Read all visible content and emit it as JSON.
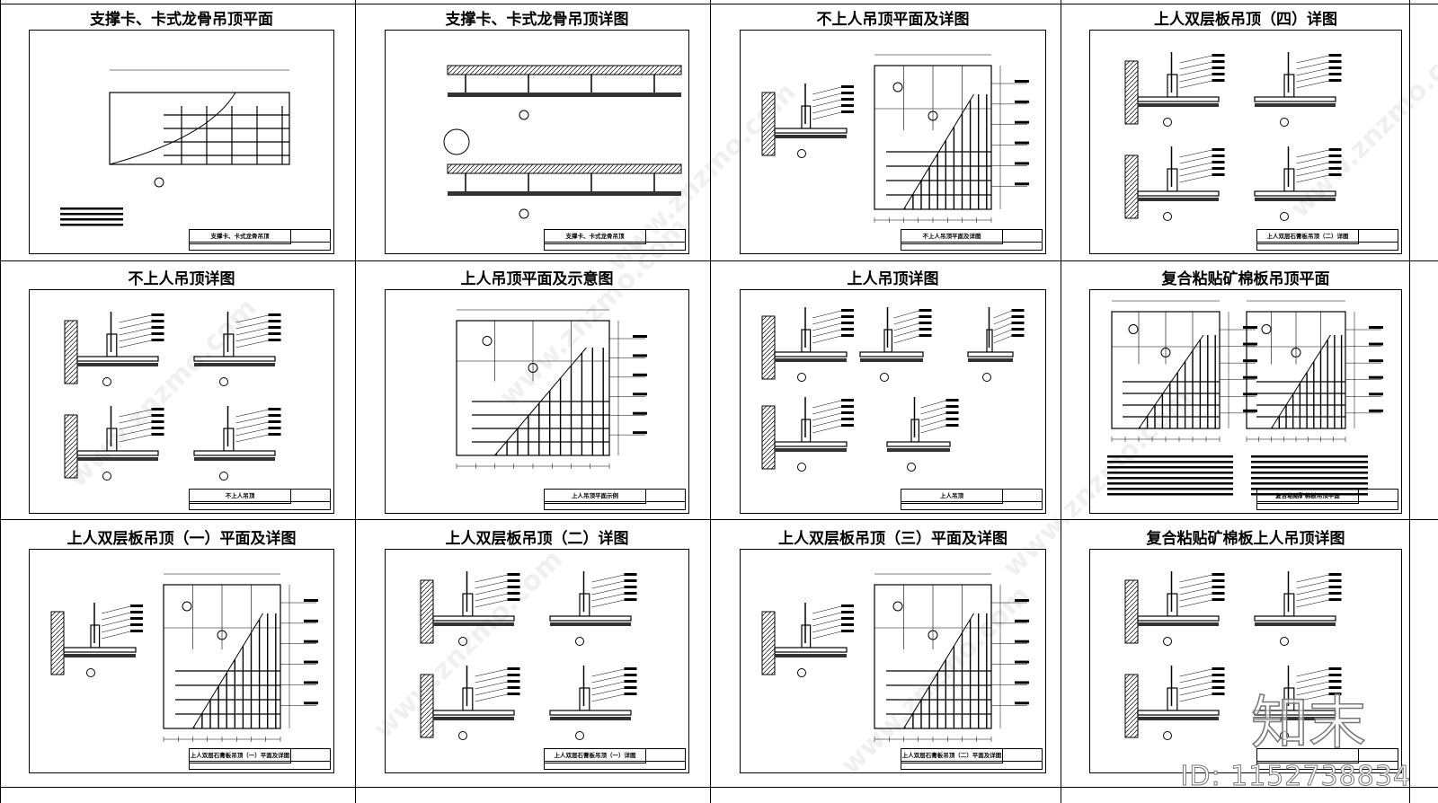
{
  "panels": [
    {
      "title": "支撑卡、卡式龙骨吊顶平面",
      "sheet_name": "支撑卡、卡式龙骨吊顶"
    },
    {
      "title": "支撑卡、卡式龙骨吊顶详图",
      "sheet_name": "支撑卡、卡式龙骨吊顶"
    },
    {
      "title": "不上人吊顶平面及详图",
      "sheet_name": "不上人吊顶平面及详图"
    },
    {
      "title": "上人双层板吊顶（四）详图",
      "sheet_name": "上人双层石膏板吊顶（二）详图"
    },
    {
      "title": "不上人吊顶详图",
      "sheet_name": "不上人吊顶"
    },
    {
      "title": "上人吊顶平面及示意图",
      "sheet_name": "上人吊顶平面示例"
    },
    {
      "title": "上人吊顶详图",
      "sheet_name": "上人吊顶"
    },
    {
      "title": "复合粘贴矿棉板吊顶平面",
      "sheet_name": "复合粘贴矿棉板吊顶平面"
    },
    {
      "title": "上人双层板吊顶（一）平面及详图",
      "sheet_name": "上人双层石膏板吊顶（一）平面及详图"
    },
    {
      "title": "上人双层板吊顶（二）详图",
      "sheet_name": "上人双层石膏板吊顶（一）详图"
    },
    {
      "title": "上人双层板吊顶（三）平面及详图",
      "sheet_name": "上人双层石膏板吊顶（二）平面及详图"
    },
    {
      "title": "复合粘贴矿棉板上人吊顶详图",
      "sheet_name": ""
    }
  ],
  "watermark": {
    "logo": "知末",
    "id": "ID: 1152738834",
    "site": "www.znzmo.com"
  }
}
